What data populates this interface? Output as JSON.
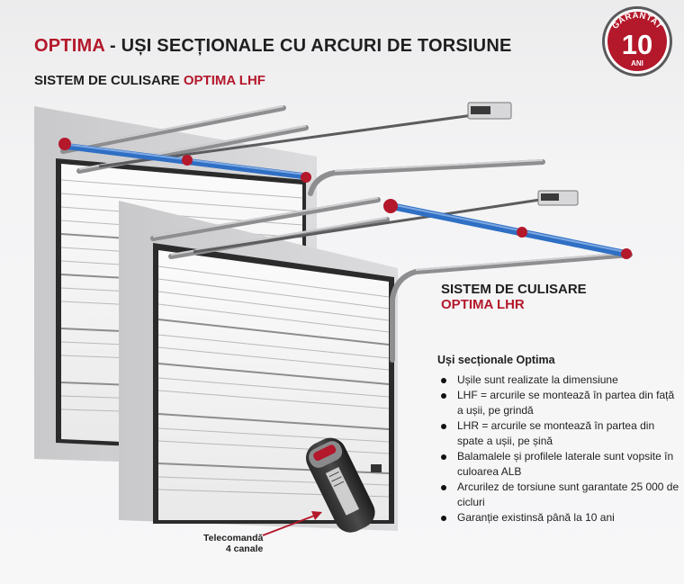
{
  "header": {
    "title_brand": "OPTIMA",
    "title_rest": " - UȘI SECȚIONALE CU ARCURI DE TORSIUNE",
    "subtitle_prefix": "SISTEM DE CULISARE ",
    "subtitle_brand": "OPTIMA LHF"
  },
  "badge": {
    "top_text": "GARANTAT",
    "number": "10",
    "unit": "ANI"
  },
  "lhr_label": {
    "line1": "SISTEM DE CULISARE",
    "line2": "OPTIMA LHR"
  },
  "features": {
    "heading": "Uși secționale Optima",
    "items": [
      "Ușile sunt realizate la dimensiune",
      "LHF = arcurile se montează în partea din față a ușii, pe grindă",
      "LHR = arcurile se montează în partea din spate a ușii, pe șină",
      "Balamalele și profilele laterale sunt vopsite în culoarea ALB",
      "Arcurilez de torsiune sunt garantate 25 000 de cicluri",
      "Garanție existinsă până la 10 ani"
    ]
  },
  "remote": {
    "caption_line1": "Telecomandă",
    "caption_line2": "4 canale"
  },
  "colors": {
    "brand_red": "#b4182b",
    "spring_blue": "#2f6fc4"
  }
}
